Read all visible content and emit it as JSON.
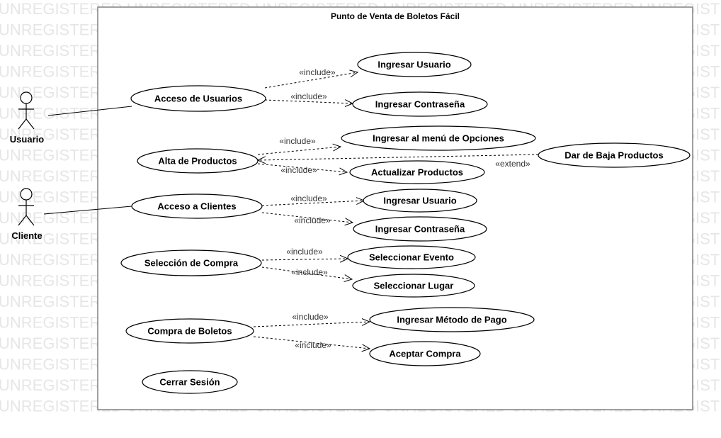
{
  "watermark": "UNREGISTERED",
  "system": {
    "title": "Punto de Venta de Boletos Fácil"
  },
  "actors": [
    {
      "id": "usuario",
      "label": "Usuario"
    },
    {
      "id": "cliente",
      "label": "Cliente"
    }
  ],
  "use_cases": [
    {
      "id": "acceso_usuarios",
      "label": "Acceso de Usuarios"
    },
    {
      "id": "ingresar_usuario_1",
      "label": "Ingresar Usuario"
    },
    {
      "id": "ingresar_contrasena_1",
      "label": "Ingresar Contraseña"
    },
    {
      "id": "alta_productos",
      "label": "Alta de Productos"
    },
    {
      "id": "menu_opciones",
      "label": "Ingresar al menú de Opciones"
    },
    {
      "id": "actualizar_productos",
      "label": "Actualizar Productos"
    },
    {
      "id": "baja_productos",
      "label": "Dar de Baja Productos"
    },
    {
      "id": "acceso_clientes",
      "label": "Acceso a Clientes"
    },
    {
      "id": "ingresar_usuario_2",
      "label": "Ingresar Usuario"
    },
    {
      "id": "ingresar_contrasena_2",
      "label": "Ingresar Contraseña"
    },
    {
      "id": "seleccion_compra",
      "label": "Selección de Compra"
    },
    {
      "id": "seleccionar_evento",
      "label": "Seleccionar Evento"
    },
    {
      "id": "seleccionar_lugar",
      "label": "Seleccionar Lugar"
    },
    {
      "id": "compra_boletos",
      "label": "Compra de Boletos"
    },
    {
      "id": "metodo_pago",
      "label": "Ingresar Método de Pago"
    },
    {
      "id": "aceptar_compra",
      "label": "Aceptar Compra"
    },
    {
      "id": "cerrar_sesion",
      "label": "Cerrar Sesión"
    }
  ],
  "associations": [
    {
      "actor": "usuario",
      "use_case": "acceso_usuarios"
    },
    {
      "actor": "cliente",
      "use_case": "acceso_clientes"
    }
  ],
  "relationships": [
    {
      "from": "acceso_usuarios",
      "to": "ingresar_usuario_1",
      "label": "«include»"
    },
    {
      "from": "acceso_usuarios",
      "to": "ingresar_contrasena_1",
      "label": "«include»"
    },
    {
      "from": "alta_productos",
      "to": "menu_opciones",
      "label": "«include»"
    },
    {
      "from": "alta_productos",
      "to": "actualizar_productos",
      "label": "«include»"
    },
    {
      "from": "baja_productos",
      "to": "alta_productos",
      "label": "«extend»"
    },
    {
      "from": "acceso_clientes",
      "to": "ingresar_usuario_2",
      "label": "«include»"
    },
    {
      "from": "acceso_clientes",
      "to": "ingresar_contrasena_2",
      "label": "«include»"
    },
    {
      "from": "seleccion_compra",
      "to": "seleccionar_evento",
      "label": "«include»"
    },
    {
      "from": "seleccion_compra",
      "to": "seleccionar_lugar",
      "label": "«include»"
    },
    {
      "from": "compra_boletos",
      "to": "metodo_pago",
      "label": "«include»"
    },
    {
      "from": "compra_boletos",
      "to": "aceptar_compra",
      "label": "«include»"
    }
  ]
}
